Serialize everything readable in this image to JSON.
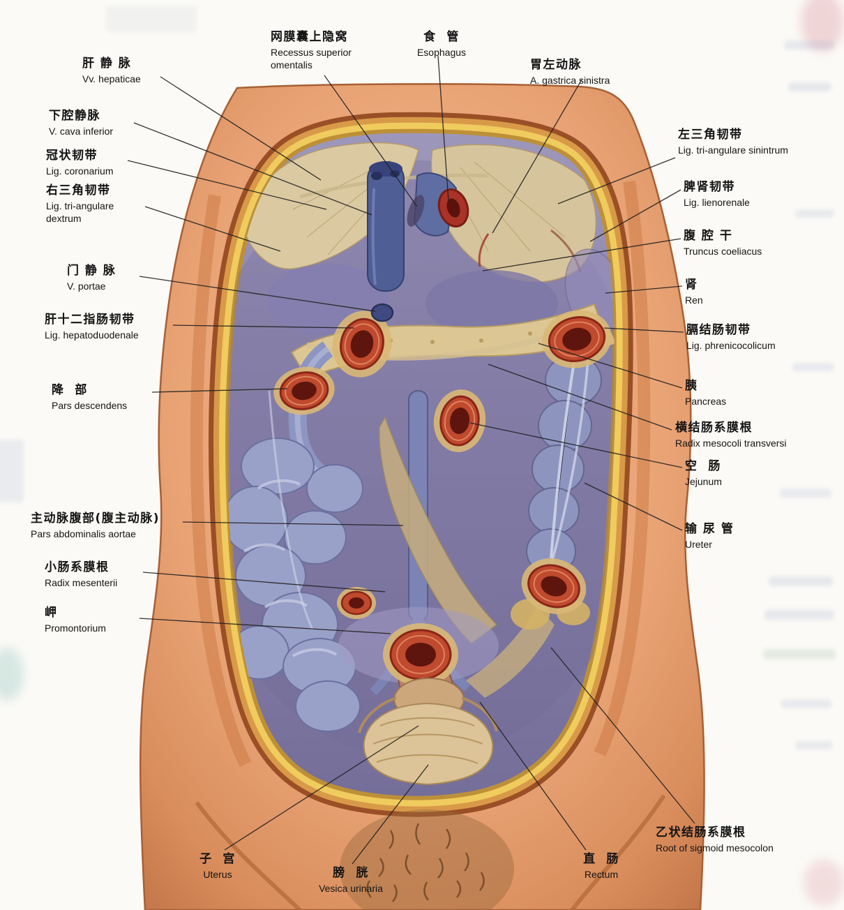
{
  "figure_palette": {
    "skin": "#e9a476",
    "fat_cut_edge": "#f0cb5e",
    "wall_cut_edge": "#9a4f26",
    "peritoneum": "#8781ab",
    "vessel_cut_red": "#bf4a2e",
    "organ_cream": "#dbc9a2"
  },
  "labels": [
    {
      "zh": "肝 静 脉",
      "la": "Vv. hepaticae"
    },
    {
      "zh": "下腔静脉",
      "la": "V. cava inferior"
    },
    {
      "zh": "冠状韧带",
      "la": "Lig. coronarium"
    },
    {
      "zh": "右三角韧带",
      "la": "Lig. tri-angulare dextrum"
    },
    {
      "zh": "门 静 脉",
      "la": "V. portae"
    },
    {
      "zh": "肝十二指肠韧带",
      "la": "Lig. hepatoduodenale"
    },
    {
      "zh": "降  部",
      "la": "Pars descendens"
    },
    {
      "zh": "主动脉腹部(腹主动脉)",
      "la": "Pars abdominalis aortae"
    },
    {
      "zh": "小肠系膜根",
      "la": "Radix mesenterii"
    },
    {
      "zh": "岬",
      "la": "Promontorium"
    },
    {
      "zh": "网膜囊上隐窝",
      "la": "Recessus superior omentalis"
    },
    {
      "zh": "食  管",
      "la": "Esophagus"
    },
    {
      "zh": "胃左动脉",
      "la": "A. gastrica sinistra"
    },
    {
      "zh": "左三角韧带",
      "la": "Lig. tri-angulare sinintrum"
    },
    {
      "zh": "脾肾韧带",
      "la": "Lig. lienorenale"
    },
    {
      "zh": "腹 腔 干",
      "la": "Truncus coeliacus"
    },
    {
      "zh": "肾",
      "la": "Ren"
    },
    {
      "zh": "膈结肠韧带",
      "la": "Lig. phrenicocolicum"
    },
    {
      "zh": "胰",
      "la": "Pancreas"
    },
    {
      "zh": "横结肠系膜根",
      "la": "Radix mesocoli transversi"
    },
    {
      "zh": "空  肠",
      "la": "Jejunum"
    },
    {
      "zh": "输 尿 管",
      "la": "Ureter"
    },
    {
      "zh": "子  宫",
      "la": "Uterus"
    },
    {
      "zh": "膀  胱",
      "la": "Vesica urinaria"
    },
    {
      "zh": "直  肠",
      "la": "Rectum"
    },
    {
      "zh": "乙状结肠系膜根",
      "la": "Root of sigmoid mesocolon"
    }
  ]
}
